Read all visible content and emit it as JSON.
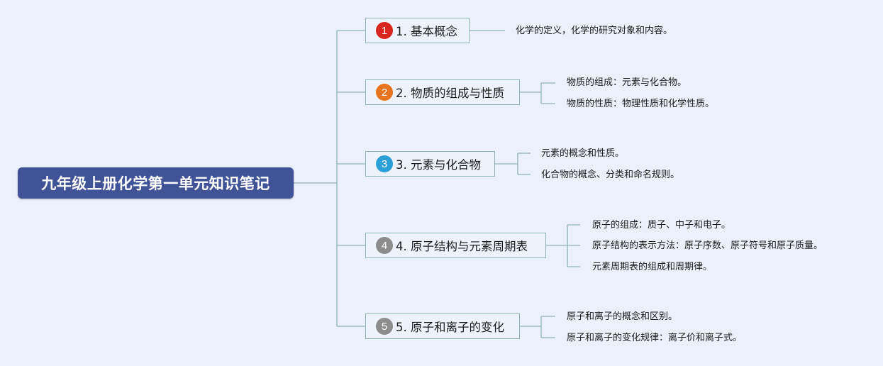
{
  "root": {
    "label": "九年级上册化学第一单元知识笔记"
  },
  "branches": [
    {
      "number": "1",
      "color": "#d9261c",
      "label": "1. 基本概念",
      "leaves": [
        "化学的定义，化学的研究对象和内容。"
      ]
    },
    {
      "number": "2",
      "color": "#e8731e",
      "label": "2. 物质的组成与性质",
      "leaves": [
        "物质的组成：元素与化合物。",
        "物质的性质：物理性质和化学性质。"
      ]
    },
    {
      "number": "3",
      "color": "#2a9fd8",
      "label": "3. 元素与化合物",
      "leaves": [
        "元素的概念和性质。",
        "化合物的概念、分类和命名规则。"
      ]
    },
    {
      "number": "4",
      "color": "#8c8c8c",
      "label": "4. 原子结构与元素周期表",
      "leaves": [
        "原子的组成：质子、中子和电子。",
        "原子结构的表示方法：原子序数、原子符号和原子质量。",
        "元素周期表的组成和周期律。"
      ]
    },
    {
      "number": "5",
      "color": "#8c8c8c",
      "label": "5. 原子和离子的变化",
      "leaves": [
        "原子和离子的概念和区别。",
        "原子和离子的变化规律：离子价和离子式。"
      ]
    }
  ]
}
